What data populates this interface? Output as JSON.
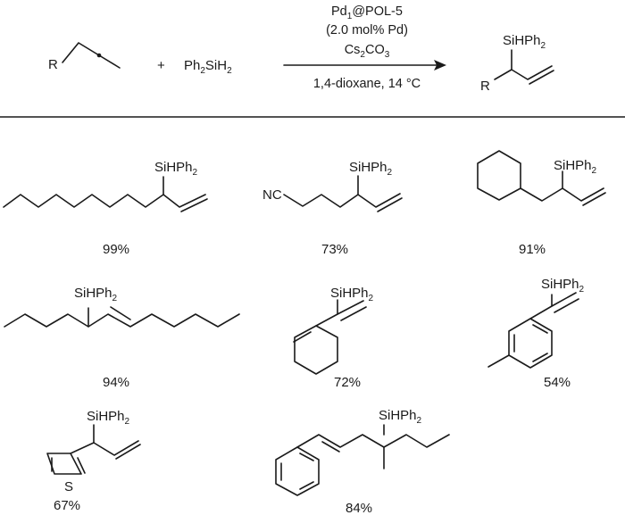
{
  "scheme": {
    "reactant_r": "R",
    "plus": "+",
    "silane": {
      "base": "Ph",
      "sub1": "2",
      "mid": "SiH",
      "sub2": "2"
    },
    "conditions": {
      "catalyst": {
        "base": "Pd",
        "sub": "1",
        "rest": "@POL-5"
      },
      "loading": "(2.0 mol% Pd)",
      "base": {
        "a": "Cs",
        "s1": "2",
        "b": "CO",
        "s2": "3"
      },
      "solvent": "1,4-dioxane, 14 °C"
    },
    "product_si": {
      "base": "SiHPh",
      "sub": "2"
    },
    "product_r": "R"
  },
  "products": [
    {
      "si_base": "SiHPh",
      "si_sub": "2",
      "yield": "99%"
    },
    {
      "si_base": "SiHPh",
      "si_sub": "2",
      "yield": "73%",
      "extra": "NC"
    },
    {
      "si_base": "SiHPh",
      "si_sub": "2",
      "yield": "91%"
    },
    {
      "si_base": "SiHPh",
      "si_sub": "2",
      "yield": "94%"
    },
    {
      "si_base": "SiHPh",
      "si_sub": "2",
      "yield": "72%"
    },
    {
      "si_base": "SiHPh",
      "si_sub": "2",
      "yield": "54%"
    },
    {
      "si_base": "SiHPh",
      "si_sub": "2",
      "yield": "67%",
      "extra": "S"
    },
    {
      "si_base": "SiHPh",
      "si_sub": "2",
      "yield": "84%"
    }
  ]
}
